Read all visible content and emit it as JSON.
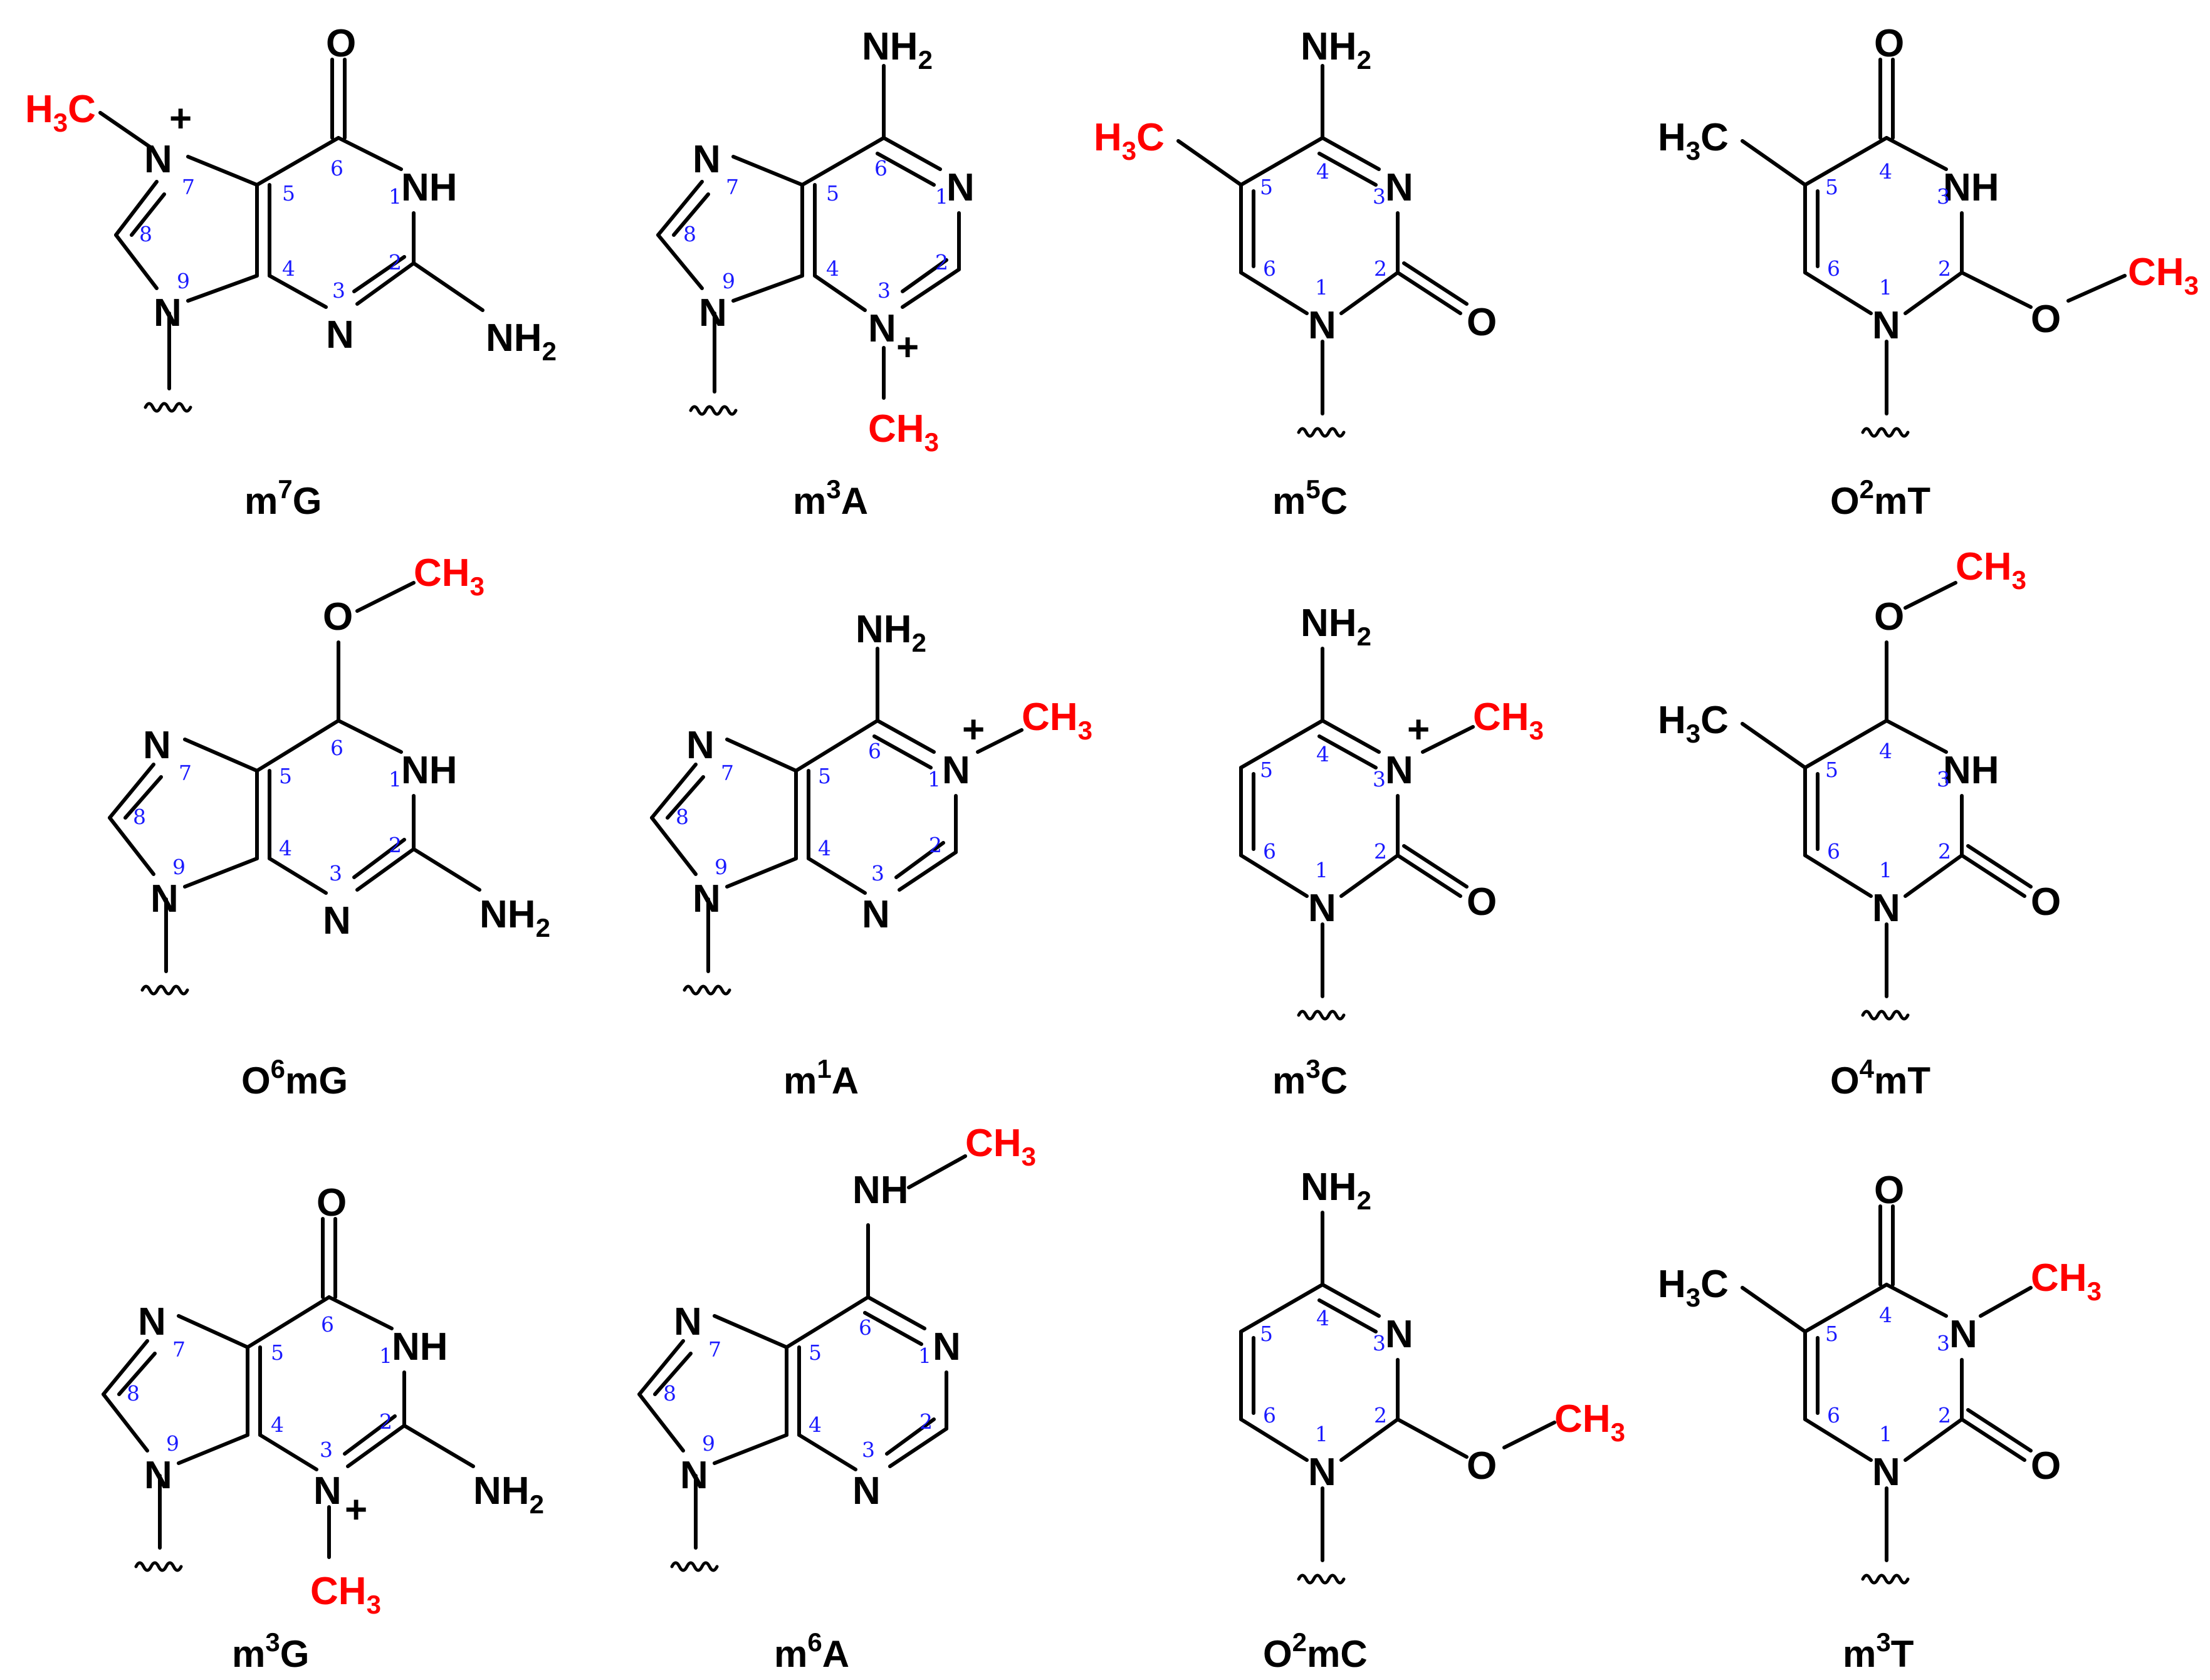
{
  "colors": {
    "methyl": "#ff0000",
    "atom": "#000000",
    "numbering": "#1a1aff"
  },
  "molecules": [
    {
      "id": "m7G",
      "label_base": "m",
      "label_sup": "7",
      "label_tail": "G"
    },
    {
      "id": "m3A",
      "label_base": "m",
      "label_sup": "3",
      "label_tail": "A"
    },
    {
      "id": "m5C",
      "label_base": "m",
      "label_sup": "5",
      "label_tail": "C"
    },
    {
      "id": "O2mT",
      "label_base": "O",
      "label_sup": "2",
      "label_tail": "mT"
    },
    {
      "id": "O6mG",
      "label_base": "O",
      "label_sup": "6",
      "label_tail": "mG"
    },
    {
      "id": "m1A",
      "label_base": "m",
      "label_sup": "1",
      "label_tail": "A"
    },
    {
      "id": "m3C",
      "label_base": "m",
      "label_sup": "3",
      "label_tail": "C"
    },
    {
      "id": "O4mT",
      "label_base": "O",
      "label_sup": "4",
      "label_tail": "mT"
    },
    {
      "id": "m3G",
      "label_base": "m",
      "label_sup": "3",
      "label_tail": "G"
    },
    {
      "id": "m6A",
      "label_base": "m",
      "label_sup": "6",
      "label_tail": "A"
    },
    {
      "id": "O2mC",
      "label_base": "O",
      "label_sup": "2",
      "label_tail": "mC"
    },
    {
      "id": "m3T",
      "label_base": "m",
      "label_sup": "3",
      "label_tail": "T"
    }
  ],
  "atoms": {
    "O": "O",
    "N": "N",
    "NH": "NH",
    "NH2": "NH",
    "H": "H",
    "C": "C",
    "sub2": "2",
    "sub3": "3",
    "plus": "+"
  }
}
